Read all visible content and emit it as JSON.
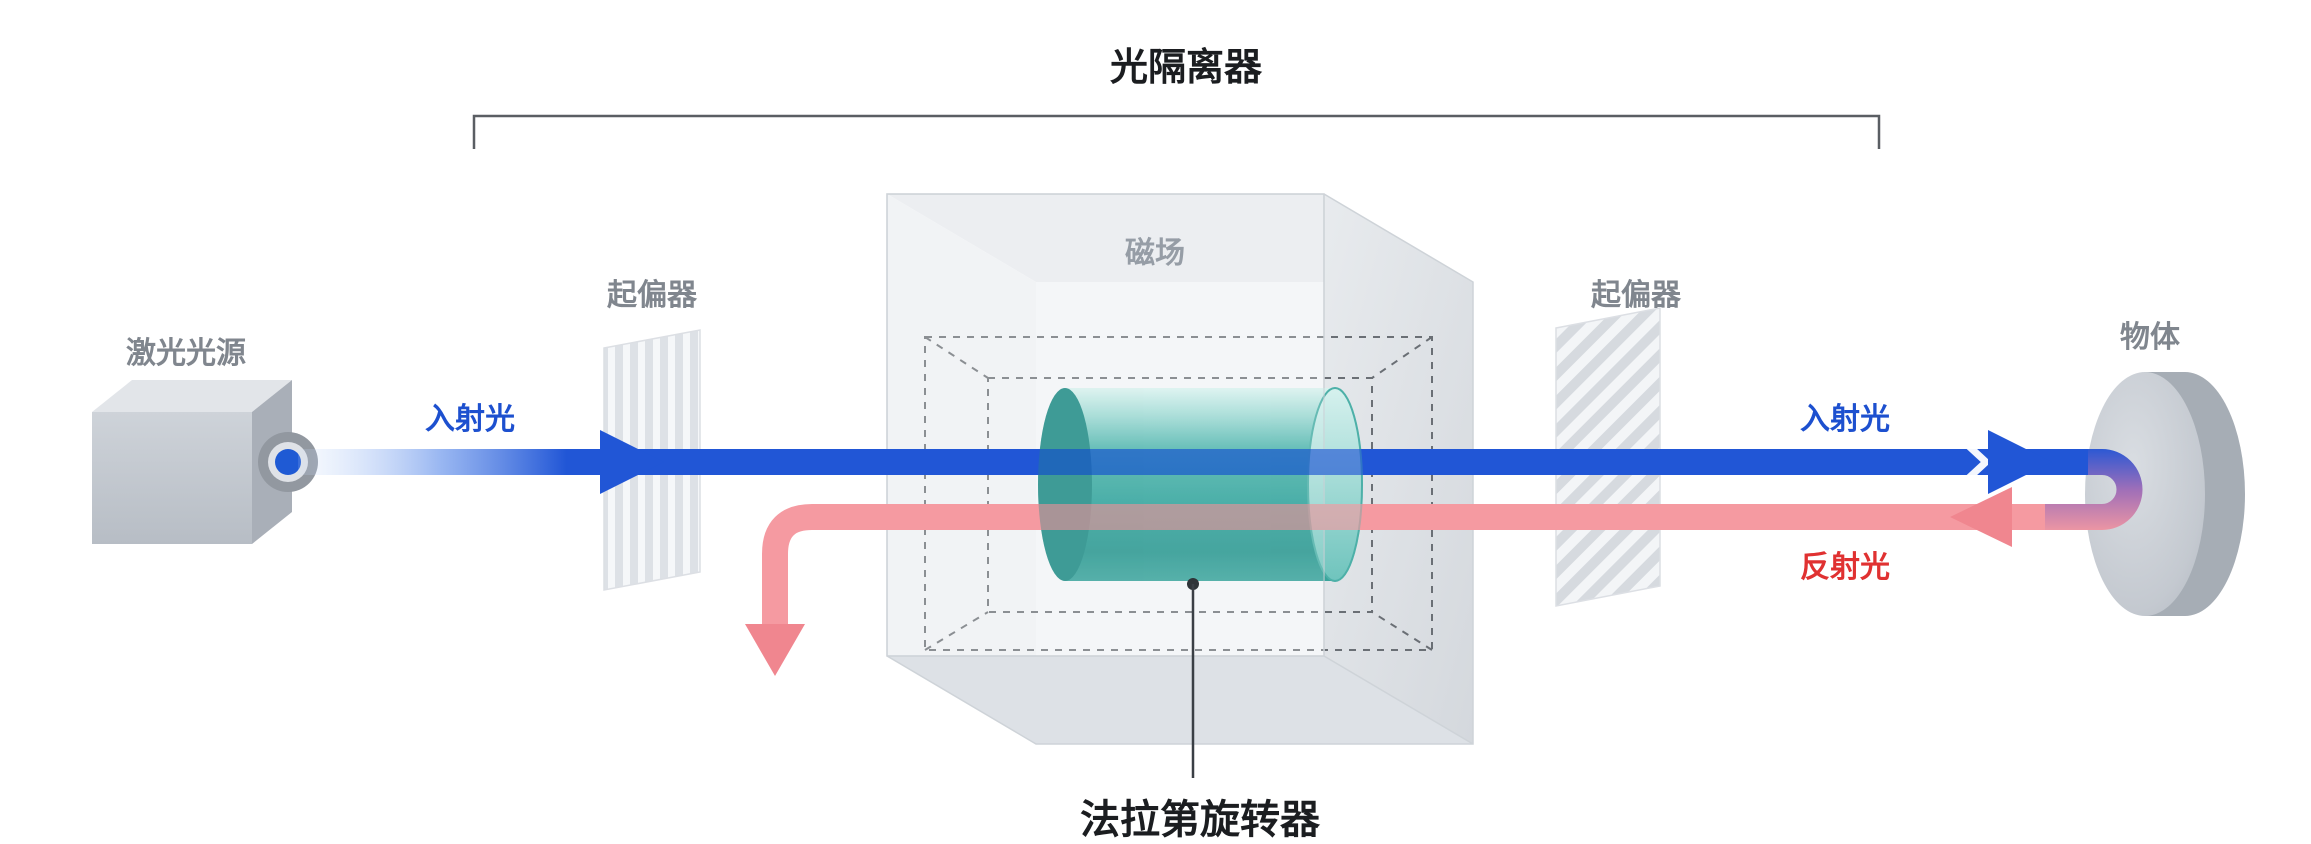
{
  "title": "光隔离器",
  "labels": {
    "laser": "激光光源",
    "polarizer_left": "起偏器",
    "magnetic_field": "磁场",
    "polarizer_right": "起偏器",
    "object": "物体",
    "incident_left": "入射光",
    "incident_right": "入射光",
    "reflected": "反射光",
    "faraday_rotator": "法拉第旋转器"
  },
  "colors": {
    "incident_blue": "#2156d6",
    "incident_text": "#1d50cf",
    "reflected_pink": "#f59aa1",
    "reflected_arrow": "#f0868f",
    "reflected_text": "#e03131",
    "rotator_teal": "#2fa39b",
    "label_gray": "#80868e",
    "field_label_gray": "#969da6",
    "ink": "#1b1d20",
    "bracket_line": "#5a5e63"
  }
}
